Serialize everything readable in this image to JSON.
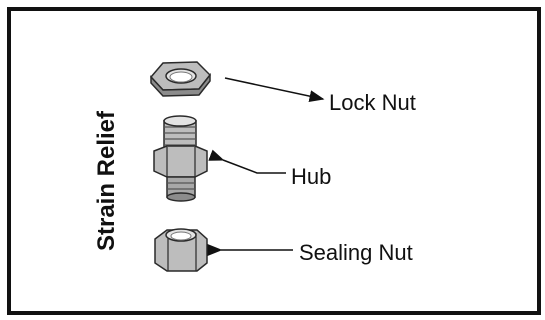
{
  "title": "Strain Relief",
  "labels": {
    "lock_nut": "Lock Nut",
    "hub": "Hub",
    "sealing_nut": "Sealing Nut"
  },
  "colors": {
    "border": "#111111",
    "part_fill": "#bdbdbd",
    "part_dark": "#8c8c8c",
    "part_light": "#e3e3e3",
    "outline": "#2a2a2a"
  }
}
